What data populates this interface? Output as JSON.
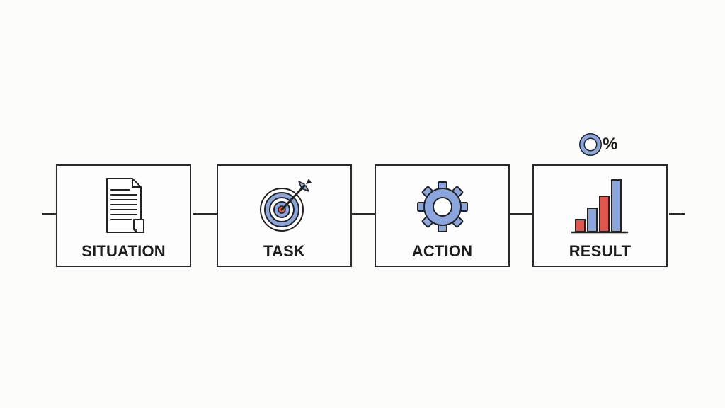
{
  "stages": [
    {
      "label": "SITUATION",
      "icon": "document-icon"
    },
    {
      "label": "TASK",
      "icon": "target-arrow-icon"
    },
    {
      "label": "ACTION",
      "icon": "gear-icon"
    },
    {
      "label": "RESULT",
      "icon": "bar-chart-icon"
    }
  ],
  "result_badge": {
    "text": "%",
    "icon": "ring-icon"
  },
  "colors": {
    "outline": "#2a2a2a",
    "blue_accent": "#8aa6dd",
    "red_accent": "#e0554e",
    "background": "#fcfcfb"
  }
}
